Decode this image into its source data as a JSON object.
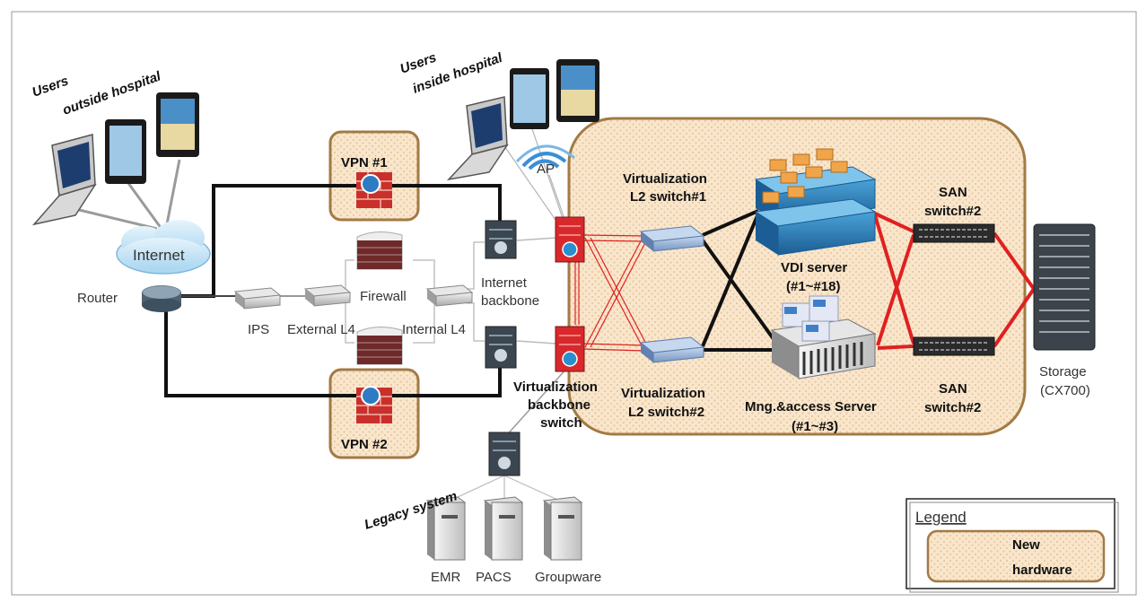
{
  "groups": {
    "users_outside": [
      "Users",
      "outside hospital"
    ],
    "users_inside": [
      "Users",
      "inside hospital"
    ],
    "legacy": "Legacy system"
  },
  "nodes": {
    "internet": "Internet",
    "router": "Router",
    "vpn1": "VPN #1",
    "vpn2": "VPN #2",
    "ips": "IPS",
    "external_l4": "External L4",
    "firewall": "Firewall",
    "internal_l4": "Internal L4",
    "internet_backbone": [
      "Internet",
      "backbone"
    ],
    "ap": "AP",
    "virt_backbone": [
      "Virtualization",
      "backbone",
      "switch"
    ],
    "virt_l2_1": [
      "Virtualization",
      "L2 switch#1"
    ],
    "virt_l2_2": [
      "Virtualization",
      "L2 switch#2"
    ],
    "vdi_server": [
      "VDI server",
      "(#1~#18)"
    ],
    "mng_server": [
      "Mng.&access Server",
      "(#1~#3)"
    ],
    "san_top": [
      "SAN",
      "switch#2"
    ],
    "san_bottom": [
      "SAN",
      "switch#2"
    ],
    "storage": [
      "Storage",
      "(CX700)"
    ],
    "emr": "EMR",
    "pacs": "PACS",
    "groupware": "Groupware"
  },
  "legend": {
    "title": "Legend",
    "item": [
      "New",
      "hardware"
    ]
  },
  "colors": {
    "region_fill": "#f7e2c6",
    "region_border": "#a27a45",
    "red_link": "#e02020",
    "black_link": "#111111",
    "gray_link": "#9a9a9a"
  }
}
